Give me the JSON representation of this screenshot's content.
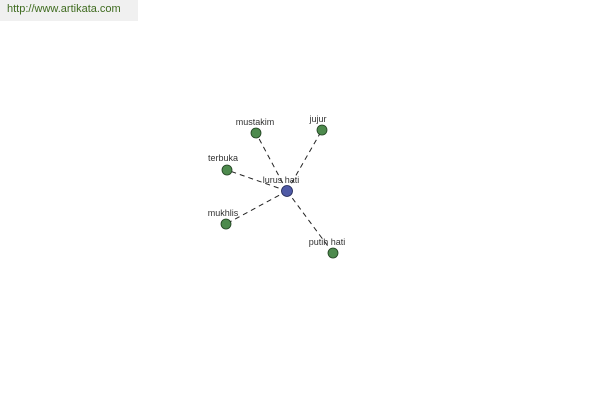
{
  "source": {
    "url_text": "http://www.artikata.com"
  },
  "graph": {
    "center": {
      "label": "lurus hati",
      "color": "#4f5aa6"
    },
    "neighbors": [
      {
        "label": "mustakim"
      },
      {
        "label": "jujur"
      },
      {
        "label": "terbuka"
      },
      {
        "label": "mukhlis"
      },
      {
        "label": "putih hati"
      }
    ],
    "neighbor_color": "#4d8a4d",
    "edge_style": "dashed"
  }
}
